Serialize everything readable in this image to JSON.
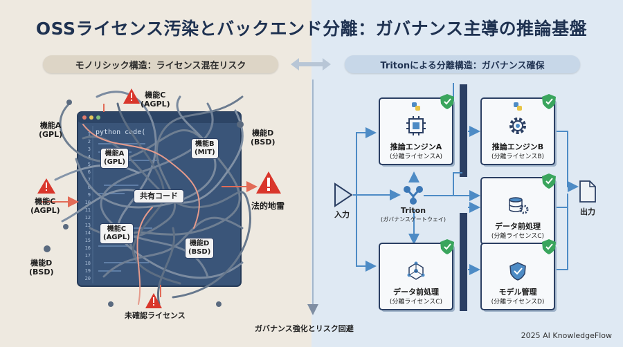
{
  "title": "OSSライセンス汚染とバックエンド分離：ガバナンス主導の推論基盤",
  "left_heading": "モノリシック構造：ライセンス混在リスク",
  "right_heading": "Tritonによる分離構造：ガバナンス確保",
  "code_text": "python code(",
  "line_numbers": [
    "1",
    "2",
    "3",
    "4",
    "5",
    "6",
    "7",
    "8",
    "9",
    "10",
    "11",
    "12",
    "13",
    "14",
    "15",
    "16",
    "17",
    "18",
    "19",
    "20"
  ],
  "left_labels": {
    "func_c_top": {
      "name": "機能C",
      "license": "(AGPL)"
    },
    "func_a_left": {
      "name": "機能A",
      "license": "(GPL)"
    },
    "func_d_right": {
      "name": "機能D",
      "license": "(BSD)"
    },
    "func_c_left": {
      "name": "機能C",
      "license": "(AGPL)"
    },
    "func_d_left": {
      "name": "機能D",
      "license": "(BSD)"
    },
    "legal_mine": "法的地雷",
    "unverified": "未確認ライセンス"
  },
  "left_boxes": {
    "func_a": {
      "name": "機能A",
      "license": "(GPL)"
    },
    "func_b": {
      "name": "機能B",
      "license": "(MIT)"
    },
    "shared": "共有コード",
    "func_c": {
      "name": "機能C",
      "license": "(AGPL)"
    },
    "func_d": {
      "name": "機能D",
      "license": "(BSD)"
    }
  },
  "right": {
    "input": "入力",
    "output": "出力",
    "gateway": {
      "name": "Triton",
      "sub": "(ガバナンスゲートウェイ)"
    },
    "nodes": [
      {
        "title": "推論エンジンA",
        "sub": "(分離ライセンスA)",
        "icon": "chip-icon"
      },
      {
        "title": "推論エンジンB",
        "sub": "(分離ライセンスB)",
        "icon": "gear-icon"
      },
      {
        "title": "データ前処理",
        "sub": "(分離ライセンスC)",
        "icon": "database-icon"
      },
      {
        "title": "データ前処理",
        "sub": "(分離ライセンスC)",
        "icon": "network-icon"
      },
      {
        "title": "モデル管理",
        "sub": "(分離ライセンスD)",
        "icon": "shield-icon"
      }
    ]
  },
  "bottom_caption": "ガバナンス強化とリスク回避",
  "footer": "2025 AI KnowledgeFlow",
  "colors": {
    "navy": "#2b3f63",
    "code_bg": "#3a5579",
    "warning": "#d9362b",
    "check": "#3aa55d",
    "flow_blue": "#4d8bc5"
  }
}
